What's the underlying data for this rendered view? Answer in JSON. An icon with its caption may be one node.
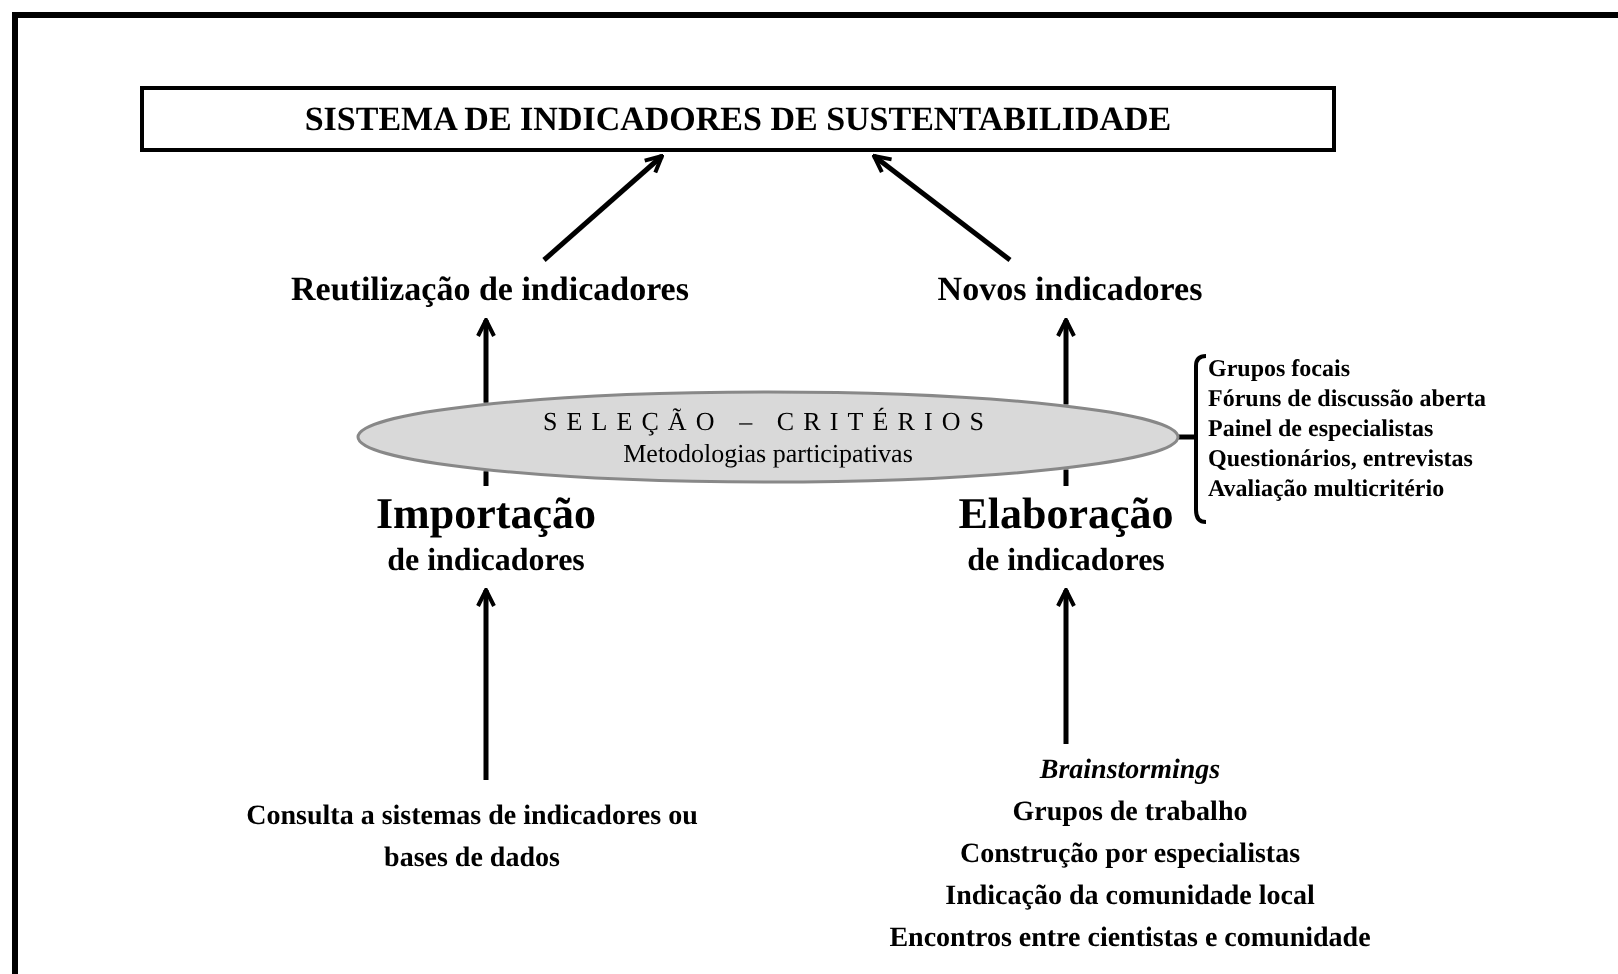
{
  "diagram": {
    "nodes": [
      {
        "text": [
          "SISTEMA DE INDICADORES DE SUSTENTABILIDADE"
        ]
      },
      {
        "text": [
          "Reutilização de indicadores"
        ]
      },
      {
        "text": [
          "Novos indicadores"
        ]
      },
      {
        "text": [
          "SELEÇÃO – CRITÉRIOS",
          "Metodologias participativas"
        ]
      },
      {
        "text": [
          "Importação",
          "de indicadores"
        ]
      },
      {
        "text": [
          "Elaboração",
          "de indicadores"
        ]
      },
      {
        "text": [
          "Consulta a sistemas de indicadores ou bases de dados"
        ]
      },
      {
        "text": [
          "*Brainstormings*",
          "Grupos de trabalho",
          "Construção por especialistas",
          "Indicação da comunidade local",
          "Encontros entre cientistas e comunidade"
        ]
      },
      {
        "text": [
          "Grupos focais",
          "Fóruns de discussão aberta",
          "Painel de especialistas",
          "Questionários, entrevistas",
          "Avaliação multicritério"
        ]
      }
    ],
    "edges": [
      {
        "from": 1,
        "to": 0,
        "arrow": "to"
      },
      {
        "from": 2,
        "to": 0,
        "arrow": "to"
      },
      {
        "from": 4,
        "to": 3,
        "arrow": "none"
      },
      {
        "from": 3,
        "to": 1,
        "arrow": "to"
      },
      {
        "from": 5,
        "to": 3,
        "arrow": "none"
      },
      {
        "from": 3,
        "to": 2,
        "arrow": "to"
      },
      {
        "from": 6,
        "to": 4,
        "arrow": "to"
      },
      {
        "from": 7,
        "to": 5,
        "arrow": "to"
      },
      {
        "from": 8,
        "to": 3,
        "arrow": "none"
      }
    ]
  }
}
